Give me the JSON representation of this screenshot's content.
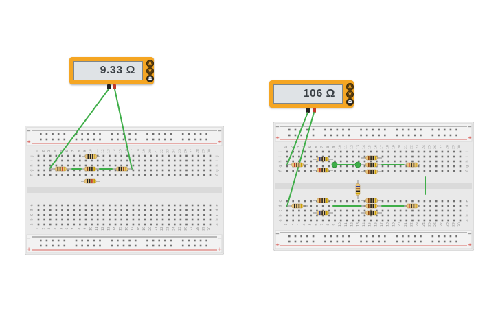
{
  "meter_left": {
    "value": "9.33 Ω",
    "modes": [
      "A",
      "V",
      "Ω"
    ],
    "selected_mode": "Ω"
  },
  "meter_right": {
    "value": "106 Ω",
    "modes": [
      "A",
      "V",
      "Ω"
    ],
    "selected_mode": "Ω"
  },
  "breadboard": {
    "column_numbers": [
      "1",
      "2",
      "3",
      "4",
      "5",
      "6",
      "7",
      "8",
      "9",
      "10",
      "11",
      "12",
      "13",
      "14",
      "15",
      "16",
      "17",
      "18",
      "19",
      "20",
      "21",
      "22",
      "23",
      "24",
      "25",
      "26",
      "27",
      "28",
      "29",
      "30"
    ],
    "top_row_letters": [
      "j",
      "i",
      "h",
      "g",
      "f"
    ],
    "bottom_row_letters": [
      "e",
      "d",
      "c",
      "b",
      "a"
    ],
    "rail_plus": "+",
    "rail_minus": "−"
  },
  "colors": {
    "meter_body": "#f5a623",
    "wire": "#3fae49",
    "rail_red": "#d0342c",
    "rail_blue": "#2f5fa8",
    "board": "#e9e9e9",
    "hole": "#6f6f6f"
  }
}
